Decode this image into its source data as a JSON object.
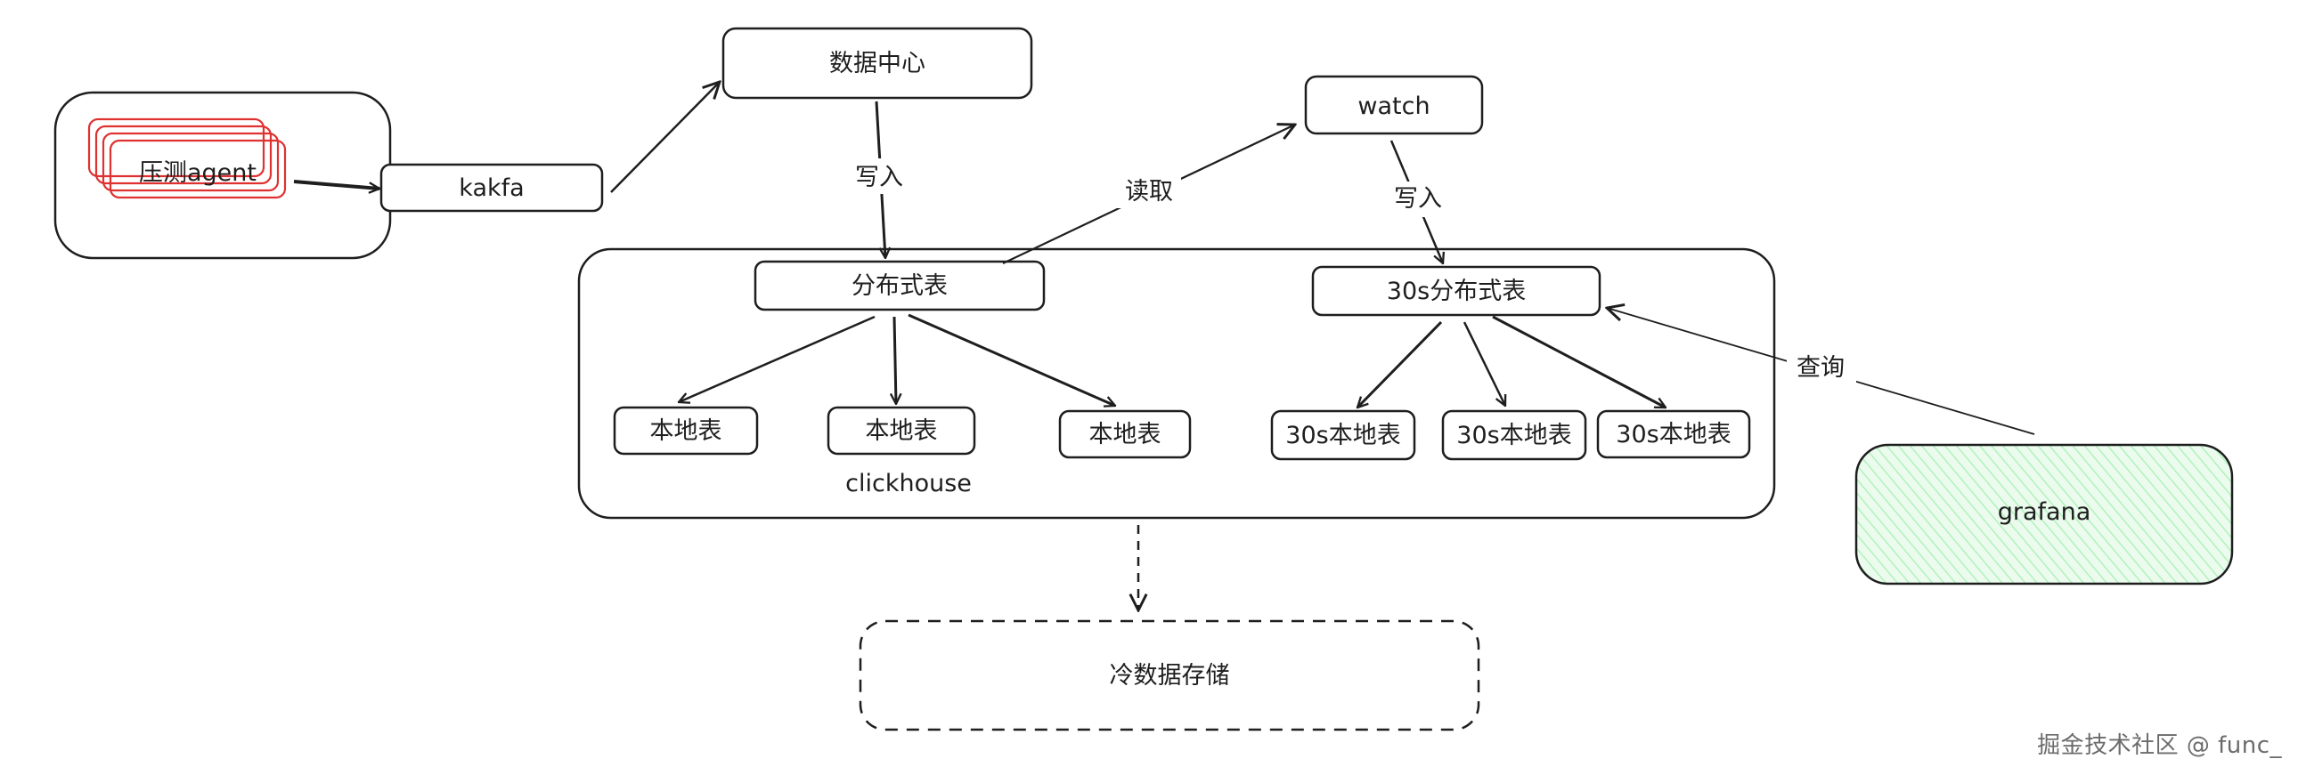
{
  "nodes": {
    "agent": "压测agent",
    "kafka": "kakfa",
    "data_center": "数据中心",
    "watch": "watch",
    "distributed_table": "分布式表",
    "distributed_30s": "30s分布式表",
    "local_table_1": "本地表",
    "local_table_2": "本地表",
    "local_table_3": "本地表",
    "local_30s_1": "30s本地表",
    "local_30s_2": "30s本地表",
    "local_30s_3": "30s本地表",
    "clickhouse": "clickhouse",
    "cold_storage": "冷数据存储",
    "grafana": "grafana"
  },
  "edges": {
    "write_1": "写入",
    "read": "读取",
    "write_2": "写入",
    "query": "查询"
  },
  "colors": {
    "stroke": "#1e1e1e",
    "agent_stroke": "#e03131",
    "grafana_fill": "#b2f2bb"
  },
  "watermark": "掘金技术社区 @ func_"
}
